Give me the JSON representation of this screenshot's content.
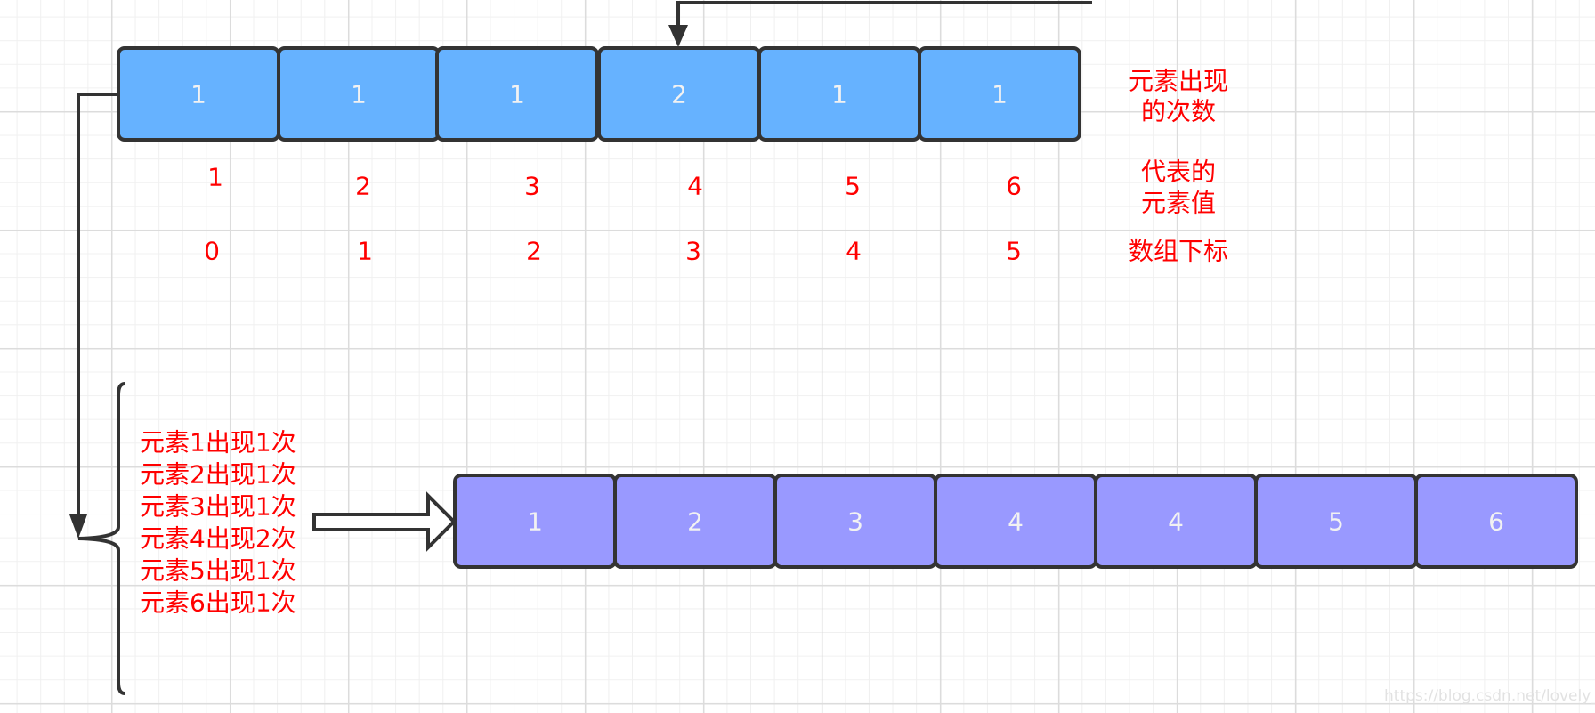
{
  "counts_array": {
    "cells": [
      "1",
      "1",
      "1",
      "2",
      "1",
      "1"
    ],
    "row_label": "元素出现的次数",
    "row_label_lines": [
      "元素出现",
      "的次数"
    ]
  },
  "element_values": {
    "values": [
      "1",
      "2",
      "3",
      "4",
      "5",
      "6"
    ],
    "row_label": "代表的元素值",
    "row_label_lines": [
      "代表的",
      "元素值"
    ]
  },
  "array_indices": {
    "values": [
      "0",
      "1",
      "2",
      "3",
      "4",
      "5"
    ],
    "row_label": "数组下标"
  },
  "occurrence_notes": [
    "元素1出现1次",
    "元素2出现1次",
    "元素3出现1次",
    "元素4出现2次",
    "元素5出现1次",
    "元素6出现1次"
  ],
  "sorted_array": {
    "cells": [
      "1",
      "2",
      "3",
      "4",
      "4",
      "5",
      "6"
    ]
  },
  "watermark": "https://blog.csdn.net/lovely__RR",
  "colors": {
    "count_cell_fill": "#66b2ff",
    "sorted_cell_fill": "#9999ff",
    "cell_border": "#333333",
    "label_text": "#ff0000",
    "grid_line": "#dcdcdc",
    "background": "#ffffff"
  }
}
